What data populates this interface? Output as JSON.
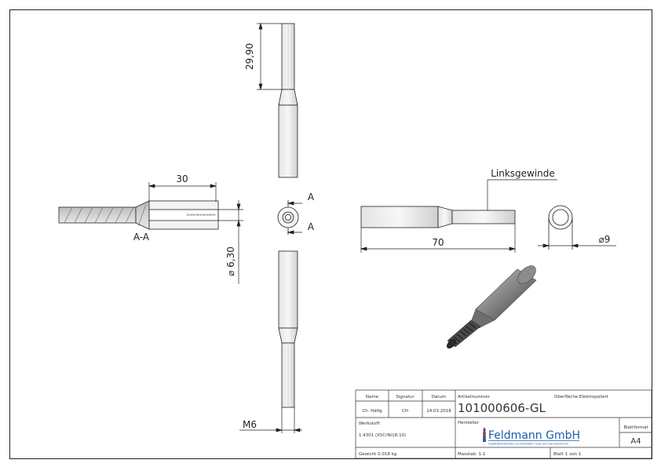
{
  "drawing": {
    "dimensions": {
      "top_length": "29,90",
      "section_length": "30",
      "section_label": "A-A",
      "inner_diameter": "⌀ 6,30",
      "thread": "M6",
      "section_marker_top": "A",
      "section_marker_bottom": "A",
      "thread_note": "Linksgewinde",
      "overall_length": "70",
      "outer_diameter": "⌀9",
      "tiny_text": "GHHHHHHHHHHHHH"
    }
  },
  "title_block": {
    "headers": {
      "name": "Name",
      "signature": "Signatur",
      "date": "Datum"
    },
    "drawn_by": {
      "name": "Ch. Häfig",
      "signature": "CH",
      "date": "14.03.2018"
    },
    "article_number_label": "Artikelnummer",
    "article_number": "101000606-GL",
    "surface_label": "Oberfläche:",
    "surface_value": "Elektropoliert",
    "material_label": "Werkstoff:",
    "material_value": "1.4301 (X5CrNi18-10)",
    "manufacturer_label": "Hersteller",
    "logo_text": "Feldmann GmbH",
    "logo_tagline": "Qualitätsprodukte aus Edelstahl, Glas und Sonnenschutz",
    "format_label": "Blattformat",
    "format_value": "A4",
    "weight": "Gewicht 0.018 kg",
    "scale": "Masstab: 1:1",
    "sheet": "Blatt 1 von 1"
  },
  "colors": {
    "line": "#222222",
    "part_fill": "#f6f6f6",
    "logo_blue": "#1a5fa8",
    "logo_red": "#c0302a"
  }
}
